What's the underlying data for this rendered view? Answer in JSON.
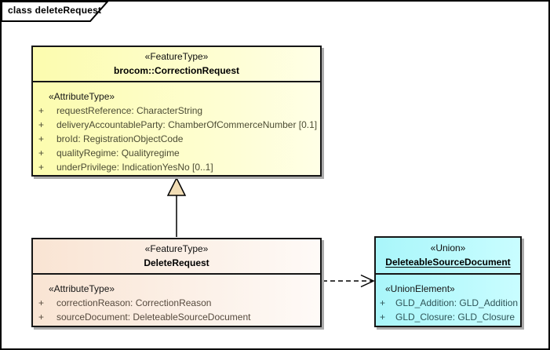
{
  "frame": {
    "label": "class deleteRequest"
  },
  "colors": {
    "yellow_left": "#fcfcae",
    "yellow_right": "#ffffe6",
    "peach_left": "#f9e4d3",
    "peach_right": "#fefaf7",
    "cyan_left": "#a9f6fa",
    "cyan_right": "#c9fdff",
    "triangle_fill": "#f1ddb5",
    "line_color": "#000000",
    "shadow": "#ababab"
  },
  "classes": [
    {
      "stereotype": "«FeatureType»",
      "name": "brocom::CorrectionRequest",
      "section_stereotype": "«AttributeType»",
      "attributes": [
        {
          "vis": "+",
          "text": "requestReference: CharacterString"
        },
        {
          "vis": "+",
          "text": "deliveryAccountableParty: ChamberOfCommerceNumber [0.1]"
        },
        {
          "vis": "+",
          "text": "broId: RegistrationObjectCode"
        },
        {
          "vis": "+",
          "text": "qualityRegime: Qualityregime"
        },
        {
          "vis": "+",
          "text": "underPrivilege: IndicationYesNo [0..1]"
        }
      ]
    },
    {
      "stereotype": "«FeatureType»",
      "name": "DeleteRequest",
      "section_stereotype": "«AttributeType»",
      "attributes": [
        {
          "vis": "+",
          "text": "correctionReason: CorrectionReason"
        },
        {
          "vis": "+",
          "text": "sourceDocument: DeleteableSourceDocument"
        }
      ]
    },
    {
      "stereotype": "«Union»",
      "name": "DeleteableSourceDocument",
      "section_stereotype": "«UnionElement»",
      "attributes": [
        {
          "vis": "+",
          "text": "GLD_Addition: GLD_Addition"
        },
        {
          "vis": "+",
          "text": "GLD_Closure: GLD_Closure"
        }
      ]
    }
  ],
  "relations": [
    {
      "type": "generalization",
      "from": "DeleteRequest",
      "to": "brocom::CorrectionRequest"
    },
    {
      "type": "dependency",
      "from": "DeleteRequest",
      "to": "DeleteableSourceDocument"
    }
  ]
}
